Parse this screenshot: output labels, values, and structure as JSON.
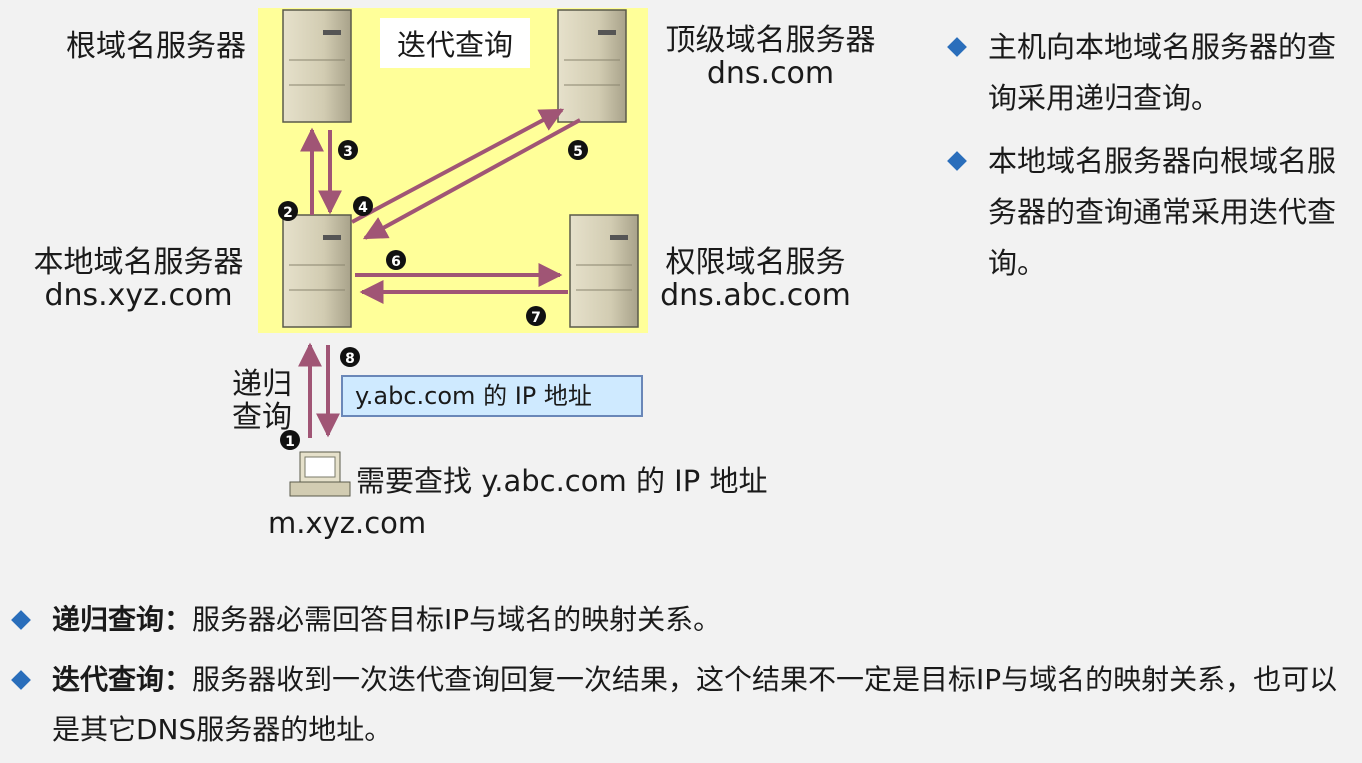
{
  "labels": {
    "root_server": "根域名服务器",
    "tld_server_line1": "顶级域名服务器",
    "tld_server_line2": "dns.com",
    "local_server_line1": "本地域名服务器",
    "local_server_line2": "dns.xyz.com",
    "auth_server_line1": "权限域名服务",
    "auth_server_line2": "dns.abc.com",
    "iterative_query": "迭代查询",
    "recursive_query_line1": "递归",
    "recursive_query_line2": "查询",
    "ip_result": "y.abc.com 的 IP 地址",
    "lookup_request": "需要查找 y.abc.com 的 IP 地址",
    "client_host": "m.xyz.com"
  },
  "steps": [
    "1",
    "2",
    "3",
    "4",
    "5",
    "6",
    "7",
    "8"
  ],
  "right_bullets": [
    "主机向本地域名服务器的查询采用递归查询。",
    "本地域名服务器向根域名服务器的查询通常采用迭代查询。"
  ],
  "bottom_bullets": [
    {
      "term": "递归查询：",
      "text": "服务器必需回答目标IP与域名的映射关系。"
    },
    {
      "term": "迭代查询：",
      "text": "服务器收到一次迭代查询回复一次结果，这个结果不一定是目标IP与域名的映射关系，也可以是其它DNS服务器的地址。"
    }
  ],
  "colors": {
    "highlight": "#ffff99",
    "arrow": "#a05575",
    "server_body": "#cfc9b0",
    "diamond": "#2a6ebb",
    "ip_box": "#cfeaff"
  },
  "icons": [
    "server-icon",
    "computer-icon",
    "diamond-bullet-icon"
  ]
}
